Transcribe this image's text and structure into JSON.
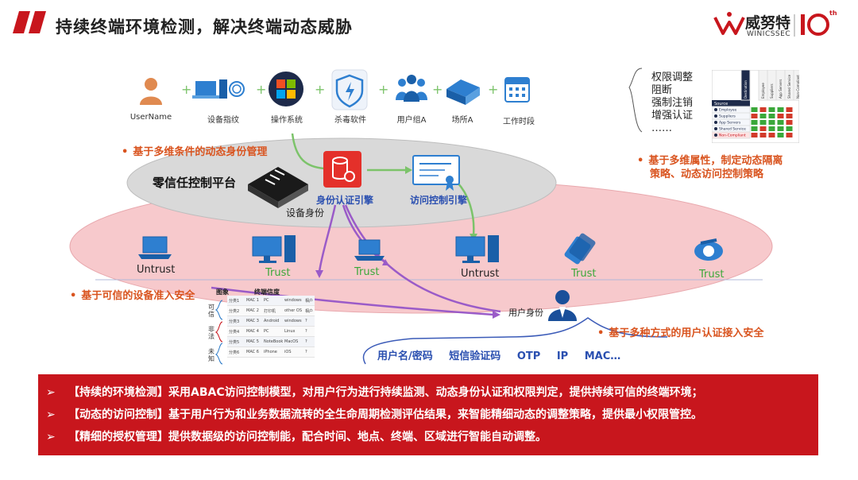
{
  "header": {
    "title": "持续终端环境检测，解决终端动态威胁",
    "brand_name": "威努特",
    "brand_sub": "WINICSSEC",
    "anniversary": "10",
    "anniversary_sup": "th"
  },
  "factors": [
    {
      "label": "UserName",
      "icon": "user-icon"
    },
    {
      "label": "设备指纹",
      "icon": "fingerprint-icon"
    },
    {
      "label": "操作系统",
      "icon": "windows-logo-icon"
    },
    {
      "label": "杀毒软件",
      "icon": "shield-icon"
    },
    {
      "label": "用户组A",
      "icon": "user-group-icon"
    },
    {
      "label": "场所A",
      "icon": "buildings-icon"
    },
    {
      "label": "工作时段",
      "icon": "calendar-icon"
    }
  ],
  "plus": "+",
  "permissions": [
    "权限调整",
    "阻断",
    "强制注销",
    "增强认证",
    "……"
  ],
  "matrix": {
    "rows": [
      "Employee",
      "Suppliers",
      "App Servers",
      "Shared Service",
      "Non-Compliant"
    ],
    "cols": [
      "Destination",
      "Employee",
      "Suppliers",
      "App Servers",
      "Shared Service",
      "Non-Compliant"
    ],
    "header_left": "Source",
    "grid": [
      [
        "g",
        "r",
        "g",
        "g",
        "r"
      ],
      [
        "r",
        "g",
        "g",
        "r",
        "r"
      ],
      [
        "g",
        "g",
        "g",
        "g",
        "r"
      ],
      [
        "g",
        "r",
        "g",
        "g",
        "g"
      ],
      [
        "r",
        "r",
        "r",
        "g",
        "r"
      ]
    ],
    "green": "#3aa83a",
    "red": "#d23a2a"
  },
  "callouts": {
    "dynamic_identity": "基于多维条件的动态身份管理",
    "isolation_line1": "基于多维属性，制定动态隔离",
    "isolation_line2": "策略、动态访问控制策略",
    "device_access": "基于可信的设备准入安全",
    "user_auth": "基于多种方式的用户认证接入安全"
  },
  "platform": {
    "name": "零信任控制平台",
    "device_identity": "设备身份",
    "identity_engine": "身份认证引擎",
    "access_engine": "访问控制引擎",
    "user_identity": "用户身份"
  },
  "devices": [
    {
      "label": "Untrust",
      "trusted": false,
      "icon": "laptop-icon"
    },
    {
      "label": "Trust",
      "trusted": true,
      "icon": "desktop-icon"
    },
    {
      "label": "Trust",
      "trusted": true,
      "icon": "laptop-icon"
    },
    {
      "label": "Untrust",
      "trusted": false,
      "icon": "desktop-icon"
    },
    {
      "label": "Trust",
      "trusted": true,
      "icon": "tablet-icon"
    },
    {
      "label": "Trust",
      "trusted": true,
      "icon": "ip-phone-icon"
    }
  ],
  "device_table": {
    "title_left": "图象",
    "title_right": "终端信度",
    "groups": [
      "可信",
      "非法",
      "未知"
    ],
    "rows": [
      [
        "分类1",
        "MAC 1",
        "PC",
        "windows",
        "相户 1"
      ],
      [
        "分类2",
        "MAC 2",
        "打印机",
        "other OS",
        "相户 2"
      ],
      [
        "分类3",
        "MAC 3",
        "Android",
        "windows",
        "?"
      ],
      [
        "分类4",
        "MAC 4",
        "PC",
        "Linux",
        "?"
      ],
      [
        "分类5",
        "MAC 5",
        "NoteBook",
        "MacOS",
        "?"
      ],
      [
        "分类6",
        "MAC 6",
        "iPhone",
        "iOS",
        "?"
      ]
    ]
  },
  "auth_methods": [
    "用户名/密码",
    "短信验证码",
    "OTP",
    "IP",
    "MAC…"
  ],
  "bullets": [
    {
      "arrow": "➢",
      "text": "【持续的环境检测】采用ABAC访问控制模型，对用户行为进行持续监测、动态身份认证和权限判定，提供持续可信的终端环境；"
    },
    {
      "arrow": "➢",
      "text": "【动态的访问控制】基于用户行为和业务数据流转的全生命周期检测评估结果，来智能精细动态的调整策略，提供最小权限管控。"
    },
    {
      "arrow": "➢",
      "text": "【精细的授权管理】提供数据级的访问控制能，配合时间、地点、终端、区域进行智能自动调整。"
    }
  ],
  "colors": {
    "accent_red": "#c8161d",
    "callout_orange": "#d9541f",
    "engine_blue": "#2a4fb0",
    "trust_green": "#3aa83a",
    "ellipse_pink": "#f7c9cc",
    "ellipse_grey": "#d9d9d9"
  }
}
